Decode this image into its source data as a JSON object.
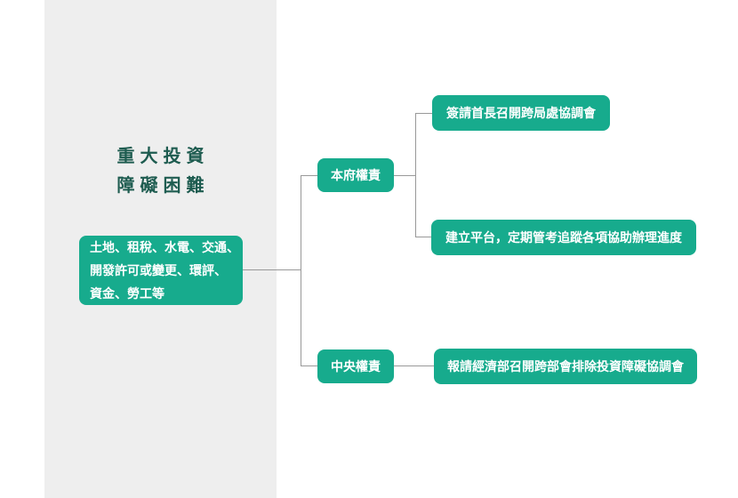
{
  "palette": {
    "node_fill": "#17ab8d",
    "title_color": "#1e5c50",
    "panel_bg": "#eeeeee",
    "connector": "#999999",
    "node_text": "#ffffff"
  },
  "title": {
    "line1": "重大投資",
    "line2": "障礙困難"
  },
  "nodes": {
    "root": {
      "label": "土地、租稅、水電、交通、開發許可或變更、環評、資金、勞工等",
      "lines": [
        "土地、租稅、水電、交通、",
        "開發許可或變更、環評、",
        "資金、勞工等"
      ]
    },
    "city": {
      "label": "本府權責"
    },
    "central": {
      "label": "中央權責"
    },
    "city_action_1": {
      "label": "簽請首長召開跨局處協調會"
    },
    "city_action_2": {
      "label": "建立平台，定期管考追蹤各項協助辦理進度"
    },
    "central_action_1": {
      "label": "報請經濟部召開跨部會排除投資障礙協調會"
    }
  },
  "structure": {
    "type": "flowchart",
    "edges": [
      [
        "root",
        "city"
      ],
      [
        "root",
        "central"
      ],
      [
        "city",
        "city_action_1"
      ],
      [
        "city",
        "city_action_2"
      ],
      [
        "central",
        "central_action_1"
      ]
    ]
  }
}
